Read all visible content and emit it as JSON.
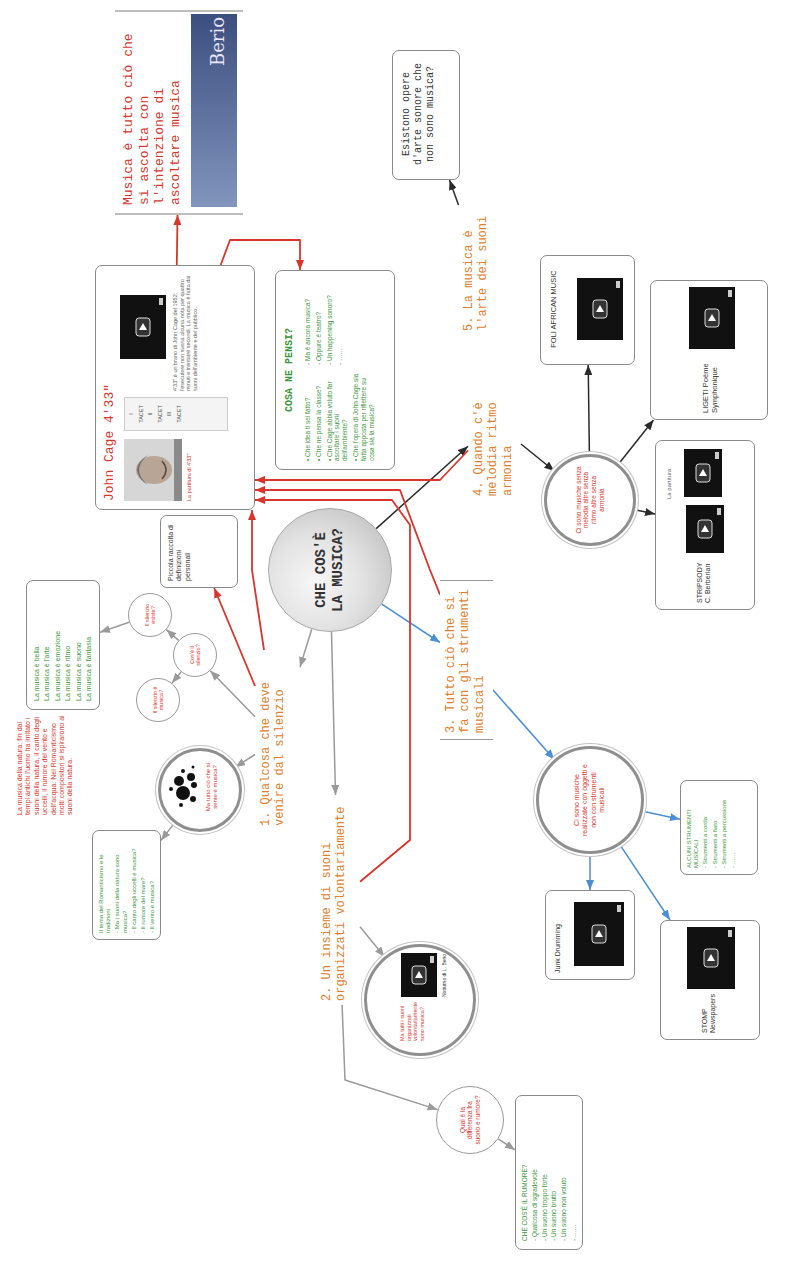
{
  "diagram": {
    "nodes": [
      {
        "text": [
          "CHE COS'È LA MUSICA?"
        ]
      },
      {
        "text": [
          "1. Qualcosa che deve venire dal silenzio"
        ]
      },
      {
        "text": [
          "Il silenzio esiste?"
        ]
      },
      {
        "text": [
          "Cos'è il silenzio?"
        ]
      },
      {
        "text": [
          "Il silenzio è musica?"
        ]
      },
      {
        "text": [
          "La musica è bella",
          "La musica è l'arte",
          "La musica è emozione",
          "La musica è ritmo",
          "La musica è suono",
          "La musica è fantasia"
        ]
      },
      {
        "text": [
          "Ma tutto ciò che si sente è musica?"
        ]
      },
      {
        "text": [
          "Il tema del Romanticismo e le tradizioni",
          "- Ma i suoni della natura sono musica?",
          "- Il canto degli uccelli è musica?",
          "- Il rumore del mare?",
          "- Il vento è musica?"
        ]
      },
      {
        "text": [
          "2. Un insieme di suoni organizzati volontariamente"
        ]
      },
      {
        "text": [
          "Ma tutti i suoni organizzati volontariamente sono musica?",
          "Notturno di L. Berio"
        ]
      },
      {
        "text": [
          "Qual è la differenza fra suono e rumore?"
        ]
      },
      {
        "text": [
          "CHE COS'È IL RUMORE?",
          "- Qualcosa di sgradevole",
          "- Un suono troppo forte",
          "- Un suono brutto",
          "- Un suono non voluto",
          "- ……"
        ]
      },
      {
        "text": [
          "3. Tutto ciò che si fa con gli strumenti musicali"
        ]
      },
      {
        "text": [
          "Ci sono musiche realizzate con oggetti e non con strumenti musicali"
        ]
      },
      {
        "text": [
          "Junk Drumming"
        ]
      },
      {
        "text": [
          "STOMP Newspapers"
        ]
      },
      {
        "text": [
          "ALCUNI STRUMENTI MUSICALI",
          "- Strumenti a corda",
          "- Strumenti a fiato",
          "- Strumenti a percussione",
          "- ……"
        ]
      },
      {
        "text": [
          "4. Quando c'è melodia ritmo armonia"
        ]
      },
      {
        "text": [
          "Ci sono musiche senza melodia altre senza ritmo altre senza armonia"
        ]
      },
      {
        "text": [
          "STRIPSODY C. Berberian",
          "La partitura"
        ]
      },
      {
        "text": [
          "LIGETI Poème Symphonique"
        ]
      },
      {
        "text": [
          "FOLI AFRICAN MUSIC"
        ]
      },
      {
        "text": [
          "5. La musica è l'arte dei suoni"
        ]
      },
      {
        "text": [
          "Esistono opere d'arte sonore che non sono musica?"
        ]
      },
      {
        "text": [
          "Piccola raccolta di definizioni personali"
        ]
      },
      {
        "text": [
          "John Cage 4'33\"",
          "La partitura di 4'33\"",
          "I",
          "TACET",
          "II",
          "TACET",
          "III",
          "TACET",
          "4'33'' è un brano di John Cage del 1952: l'esecutore non suona alcuna nota per quattro minuti e trentatré secondi. La musica è fatta dai suoni dell'ambiente e del pubblico."
        ]
      },
      {
        "text": [
          "COSA NE PENSI?",
          "• Che idea ti sei fatto?",
          "• Che ne pensa la classe?",
          "• Che Cage abbia voluto far ascoltare i suoni dell'ambiente?",
          "• Che l'opera di John Cage sia fatta apposta per riflettere su cosa sia la musica?",
          "- Ma è ancora musica?",
          "- Oppure è teatro?",
          "- Un happening sonoro?",
          "- ……"
        ]
      },
      {
        "text": [
          "Musica è tutto ciò che si ascolta con l'intenzione di ascoltare musica",
          "Berio"
        ]
      }
    ],
    "edges": [
      {
        "from": 0,
        "to": 1,
        "arrow": "to"
      },
      {
        "from": 0,
        "to": 8,
        "arrow": "to"
      },
      {
        "from": 0,
        "to": 12,
        "arrow": "to"
      },
      {
        "from": 0,
        "to": 17,
        "arrow": "to"
      },
      {
        "from": 1,
        "to": 3,
        "arrow": "to"
      },
      {
        "from": 3,
        "to": 2,
        "arrow": "to"
      },
      {
        "from": 3,
        "to": 4,
        "arrow": "to"
      },
      {
        "from": 2,
        "to": 5,
        "arrow": "to"
      },
      {
        "from": 1,
        "to": 6,
        "arrow": "to"
      },
      {
        "from": 6,
        "to": 7,
        "arrow": "to"
      },
      {
        "from": 8,
        "to": 9,
        "arrow": "to"
      },
      {
        "from": 8,
        "to": 10,
        "arrow": "to"
      },
      {
        "from": 10,
        "to": 11,
        "arrow": "to"
      },
      {
        "from": 12,
        "to": 13,
        "arrow": "to"
      },
      {
        "from": 13,
        "to": 14,
        "arrow": "to"
      },
      {
        "from": 13,
        "to": 15,
        "arrow": "to"
      },
      {
        "from": 13,
        "to": 16,
        "arrow": "to"
      },
      {
        "from": 17,
        "to": 18,
        "arrow": "to"
      },
      {
        "from": 18,
        "to": 19,
        "arrow": "to"
      },
      {
        "from": 18,
        "to": 20,
        "arrow": "to"
      },
      {
        "from": 18,
        "to": 21,
        "arrow": "to"
      },
      {
        "from": 22,
        "to": 23,
        "arrow": "to"
      },
      {
        "from": 1,
        "to": 24,
        "arrow": "to"
      },
      {
        "from": 1,
        "to": 25,
        "arrow": "to"
      },
      {
        "from": 8,
        "to": 25,
        "arrow": "to"
      },
      {
        "from": 12,
        "to": 25,
        "arrow": "to"
      },
      {
        "from": 17,
        "to": 25,
        "arrow": "to"
      },
      {
        "from": 25,
        "to": 26,
        "arrow": "to"
      },
      {
        "from": 25,
        "to": 27,
        "arrow": "to"
      }
    ],
    "labels": [
      "La musica della natura: fin dai tempi antichi l'uomo ha imitato i suoni della natura, il canto degli uccelli, il rumore del vento e dell'acqua. Nel Romanticismo molti compositori si ispirarono ai suoni della natura."
    ]
  }
}
